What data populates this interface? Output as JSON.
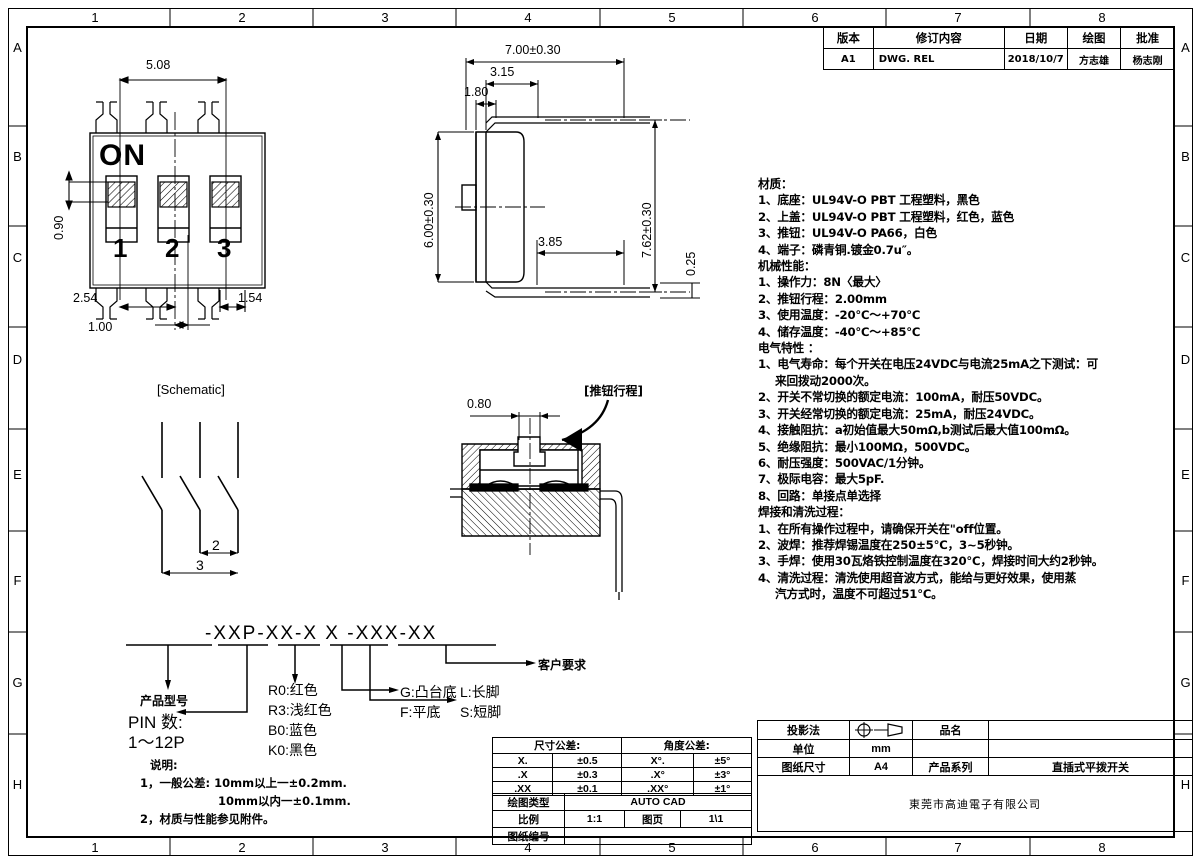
{
  "frame": {
    "columns": [
      "1",
      "2",
      "3",
      "4",
      "5",
      "6",
      "7",
      "8"
    ],
    "rows": [
      "A",
      "B",
      "C",
      "D",
      "E",
      "F",
      "G",
      "H"
    ]
  },
  "revision_table": {
    "headers": [
      "版本",
      "修订内容",
      "日期",
      "绘图",
      "批准"
    ],
    "rows": [
      [
        "A1",
        "DWG. REL",
        "2018/10/7",
        "方志雄",
        "杨志刚"
      ]
    ]
  },
  "top_view": {
    "dim_width": "5.08",
    "dim_slot": "0.90",
    "dim_left": "2.54",
    "dim_pitch": "1.00",
    "dim_right": "1.54",
    "on_label": "ON",
    "switch_numbers": [
      "1",
      "2",
      "3"
    ]
  },
  "side_view": {
    "dim_total_width": "7.00±0.30",
    "dim_3_15": "3.15",
    "dim_1_80": "1.80",
    "dim_height": "6.00±0.30",
    "dim_lead_span": "7.62±0.30",
    "dim_3_85": "3.85",
    "dim_thickness": "0.25"
  },
  "schematic": {
    "title": "[Schematic]",
    "dim_2": "2",
    "dim_3": "3"
  },
  "section_view": {
    "title": "[推钮行程]",
    "dim_travel": "0.80"
  },
  "specs": {
    "material_head": "材质：",
    "material": [
      "1、底座：UL94V-O PBT 工程塑料，黑色",
      "2、上盖：UL94V-O PBT 工程塑料，红色，蓝色",
      "3、推钮：UL94V-O PA66，白色",
      "4、端子：磷青铜.镀金0.7u″。"
    ],
    "mechanical_head": "机械性能：",
    "mechanical": [
      "1、操作力：8N〈最大〉",
      "2、推钮行程：2.00mm",
      "3、使用温度：-20℃～+70℃",
      "4、储存温度：-40℃～+85℃"
    ],
    "electrical_head": "电气特性 ：",
    "electrical": [
      "1、电气寿命：每个开关在电压24VDC与电流25mA之下测试：可",
      "来回拨动2000次。",
      "2、开关不常切换的额定电流：100mA，耐压50VDC。",
      "3、开关经常切换的额定电流：25mA，耐压24VDC。",
      "4、接触阻抗：a初始值最大50mΩ,b测试后最大值100mΩ。",
      "5、绝缘阻抗：最小100MΩ，500VDC。",
      "6、耐压强度：500VAC/1分钟。",
      "7、极际电容：最大5pF.",
      "8、回路：单接点单选择"
    ],
    "solder_head": "焊接和清洗过程：",
    "solder": [
      "1、在所有操作过程中，请确保开关在\"off位置。",
      "2、波焊：推荐焊锡温度在250±5℃，3~5秒钟。",
      "3、手焊：使用30瓦烙铁控制温度在320℃，焊接时间大约2秒钟。",
      "4、清洗过程：清洗使用超音波方式，能给与更好效果，使用蒸",
      "汽方式时，温度不可超过51℃。"
    ],
    "indent_flags": {
      "electrical_1_cont": true,
      "solder_4_cont": true
    }
  },
  "part_number": {
    "code": "-XXP-XX-X  X  -XXX-XX",
    "model_label": "产品型号",
    "pin_label": "PIN  数:",
    "pin_range": "1～12P",
    "colors": [
      "R0:红色",
      "R3:浅红色",
      "B0:蓝色",
      "K0:黑色"
    ],
    "base_types": [
      "G:凸台底",
      "F:平底"
    ],
    "lead_types": [
      "L:长脚",
      "S:短脚"
    ],
    "customer": "客户要求"
  },
  "notes": {
    "title": "说明:",
    "lines": [
      "1，一般公差: 10mm以上一±0.2mm.",
      "10mm以内一±0.1mm.",
      "2，材质与性能参见附件。"
    ]
  },
  "tolerance_table": {
    "dim_header": "尺寸公差:",
    "angle_header": "角度公差:",
    "dim_rows": [
      [
        "X.",
        "±0.5"
      ],
      [
        ".X",
        "±0.3"
      ],
      [
        ".XX",
        "±0.1"
      ]
    ],
    "angle_rows": [
      [
        "X°.",
        "±5°"
      ],
      [
        ".X°",
        "±3°"
      ],
      [
        ".XX°",
        "±1°"
      ]
    ]
  },
  "drawing_table": {
    "rows": [
      {
        "label": "绘图类型",
        "value": "AUTO CAD",
        "label2": "",
        "value2": ""
      },
      {
        "label": "比例",
        "value": "1:1",
        "label2": "图页",
        "value2": "1\\1"
      },
      {
        "label": "图纸编号",
        "value": "",
        "label2": "",
        "value2": ""
      }
    ]
  },
  "title_block": {
    "projection_label": "投影法",
    "projection_symbol": "first-angle-projection-icon",
    "product_name_label": "品名",
    "product_name_value": "",
    "unit_label": "单位",
    "unit_value": "mm",
    "sheet_size_label": "图纸尺寸",
    "sheet_size_value": "A4",
    "series_label": "产品系列",
    "series_value": "直插式平拨开关",
    "company": "東莞市高迪電子有限公司"
  }
}
